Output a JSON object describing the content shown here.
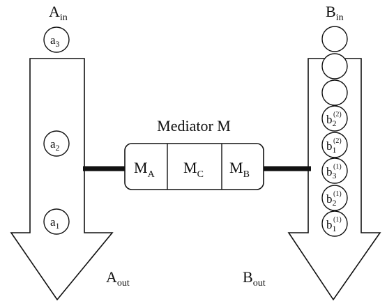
{
  "diagram": {
    "stream_a": {
      "in_label": "A",
      "in_sub": "in",
      "out_label": "A",
      "out_sub": "out",
      "items": [
        {
          "base": "a",
          "sub": "3",
          "sup": ""
        },
        {
          "base": "a",
          "sub": "2",
          "sup": ""
        },
        {
          "base": "a",
          "sub": "1",
          "sup": ""
        }
      ]
    },
    "stream_b": {
      "in_label": "B",
      "in_sub": "in",
      "out_label": "B",
      "out_sub": "out",
      "items": [
        {
          "base": "",
          "sub": "",
          "sup": ""
        },
        {
          "base": "",
          "sub": "",
          "sup": ""
        },
        {
          "base": "",
          "sub": "",
          "sup": ""
        },
        {
          "base": "b",
          "sub": "2",
          "sup": "(2)"
        },
        {
          "base": "b",
          "sub": "1",
          "sup": "(2)"
        },
        {
          "base": "b",
          "sub": "3",
          "sup": "(1)"
        },
        {
          "base": "b",
          "sub": "2",
          "sup": "(1)"
        },
        {
          "base": "b",
          "sub": "1",
          "sup": "(1)"
        }
      ]
    },
    "mediator": {
      "title": "Mediator M",
      "cells": [
        {
          "base": "M",
          "sub": "A"
        },
        {
          "base": "M",
          "sub": "C"
        },
        {
          "base": "M",
          "sub": "B"
        }
      ]
    }
  }
}
